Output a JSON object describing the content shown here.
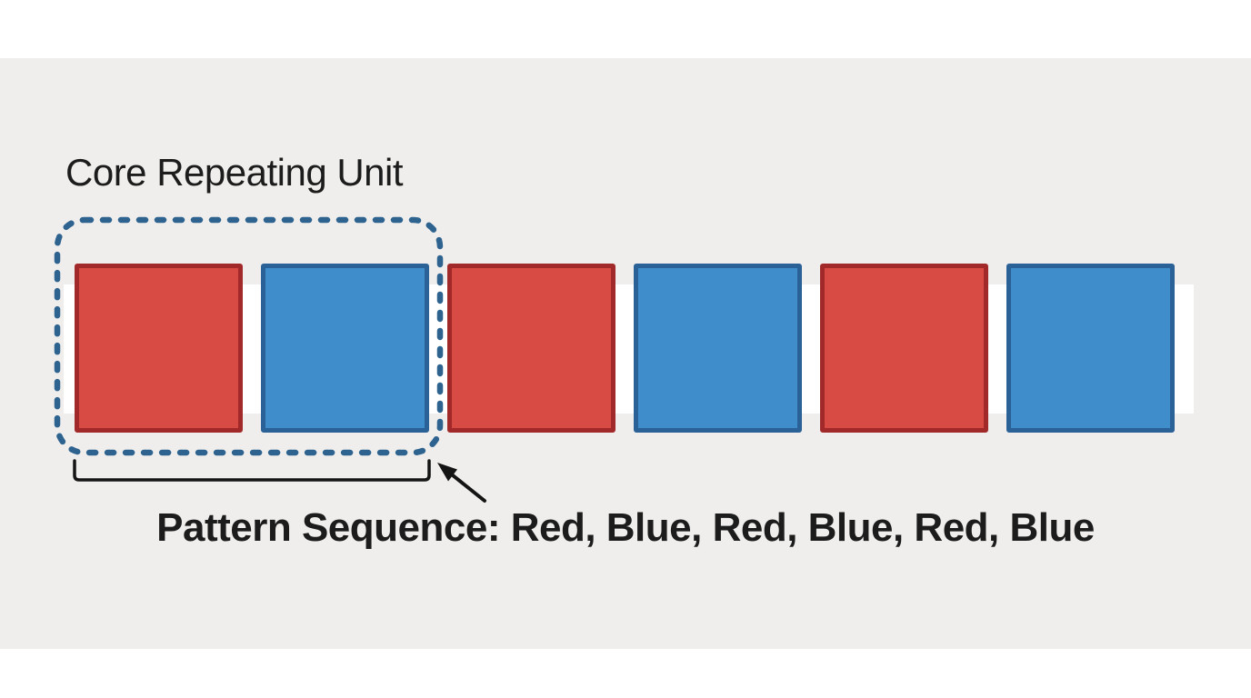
{
  "title": "Core Repeating Unit",
  "caption": "Pattern Sequence: Red, Blue, Red, Blue, Red, Blue",
  "pattern": {
    "sequence": [
      "Red",
      "Blue",
      "Red",
      "Blue",
      "Red",
      "Blue"
    ],
    "core_unit": [
      "Red",
      "Blue"
    ]
  },
  "colors": {
    "red_fill": "#d84b45",
    "red_border": "#a2292a",
    "blue_fill": "#408dcb",
    "blue_border": "#2a6196",
    "dashed_outline": "#2e6390",
    "bracket": "#141414",
    "arrow": "#141414",
    "background": "#efeeec",
    "band": "#ffffff",
    "text": "#1c1c1c"
  }
}
